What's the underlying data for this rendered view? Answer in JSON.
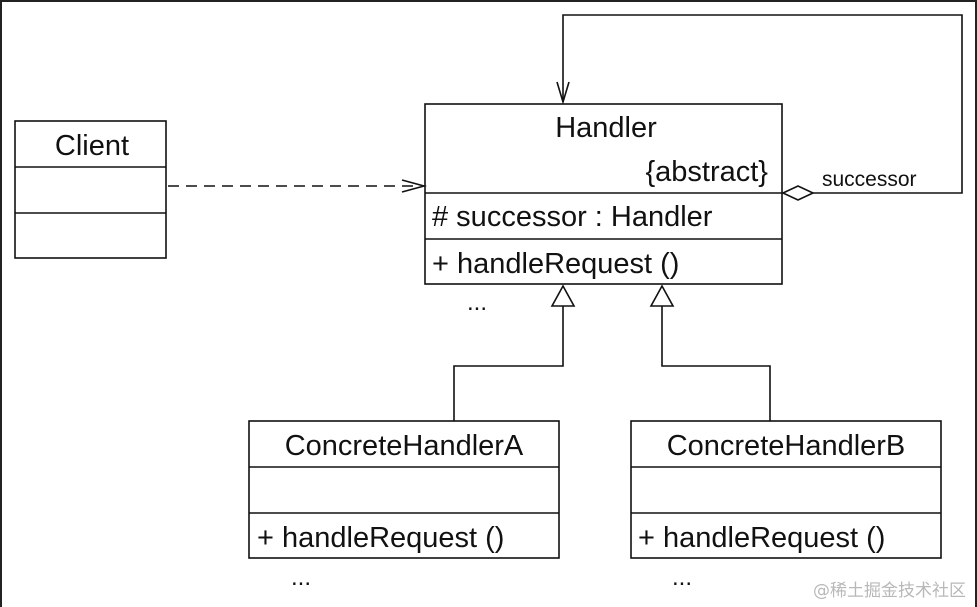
{
  "diagram": {
    "client": {
      "name": "Client"
    },
    "handler": {
      "name": "Handler",
      "stereotype": "{abstract}",
      "attribute": "# successor : Handler",
      "operation": "+ handleRequest ()",
      "more": "..."
    },
    "concrete_a": {
      "name": "ConcreteHandlerA",
      "operation": "+ handleRequest ()",
      "more": "..."
    },
    "concrete_b": {
      "name": "ConcreteHandlerB",
      "operation": "+ handleRequest ()",
      "more": "..."
    },
    "association": {
      "role": "successor"
    }
  },
  "watermark": "@稀土掘金技术社区"
}
